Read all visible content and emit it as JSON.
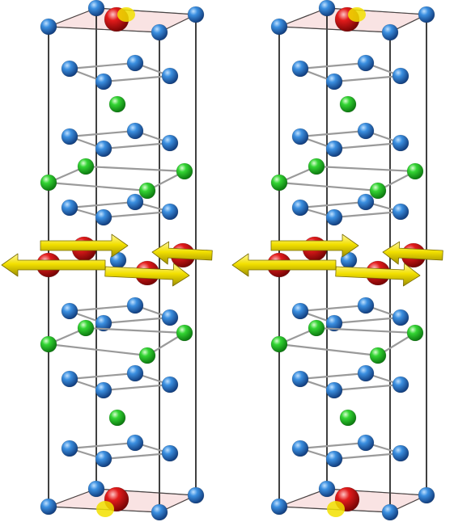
{
  "figure": {
    "panels": [
      {
        "id": "left",
        "magnetic_order": "in-plane"
      },
      {
        "id": "right",
        "magnetic_order": "in-plane"
      }
    ],
    "colors": {
      "background": "#ffffff",
      "cell_edge": "#111111",
      "bond": "#9a9a9a",
      "blue_atom": "#2f7fd6",
      "green_atom": "#2fcf2f",
      "red_atom": "#e01818",
      "spin_arrow": "#f2e000",
      "cell_face": "#f4c8c8"
    },
    "legend": []
  }
}
